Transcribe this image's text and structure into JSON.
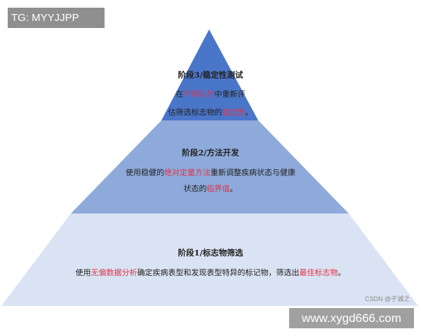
{
  "colors": {
    "tier3": "#4a76c9",
    "tier2": "#8eaadb",
    "tier1": "#dae3f3",
    "highlight": "#e0344a"
  },
  "watermark_top": "TG: MYYJJPP",
  "watermark_bottom": "www.xygd666.com",
  "credit": "CSDN @子诚之",
  "tiers": {
    "stage3": {
      "title": "阶段3/稳定性测试",
      "line1": [
        "在",
        "不同队列",
        "中重新评"
      ],
      "line2": [
        "估筛选标志物的",
        "稳定性",
        "。"
      ]
    },
    "stage2": {
      "title": "阶段2/方法开发",
      "line1": [
        "使用稳健的",
        "绝对定量方法",
        "重新调整疾病状态与健康"
      ],
      "line2": [
        "状态的",
        "临界值",
        "。"
      ]
    },
    "stage1": {
      "title": "阶段1/标志物筛选",
      "line1": [
        "使用",
        "无偏数据分析",
        "确定疾病表型和发现表型特异的标记物，筛选出",
        "最佳标志物",
        "。"
      ]
    }
  }
}
